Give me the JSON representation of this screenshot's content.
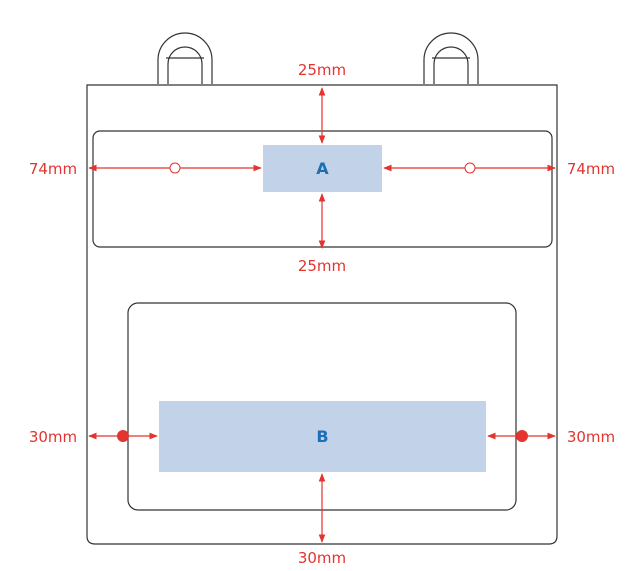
{
  "areas": {
    "a": {
      "label": "A",
      "fill": "#c2d2e8"
    },
    "b": {
      "label": "B",
      "fill": "#c2d2e8"
    }
  },
  "dimensions": {
    "a_top": "25mm",
    "a_bottom": "25mm",
    "a_left": "74mm",
    "a_right": "74mm",
    "b_left": "30mm",
    "b_right": "30mm",
    "b_bottom": "30mm"
  },
  "colors": {
    "dimension": "#e3342f",
    "label": "#1a6fb5",
    "outline": "#333333"
  }
}
